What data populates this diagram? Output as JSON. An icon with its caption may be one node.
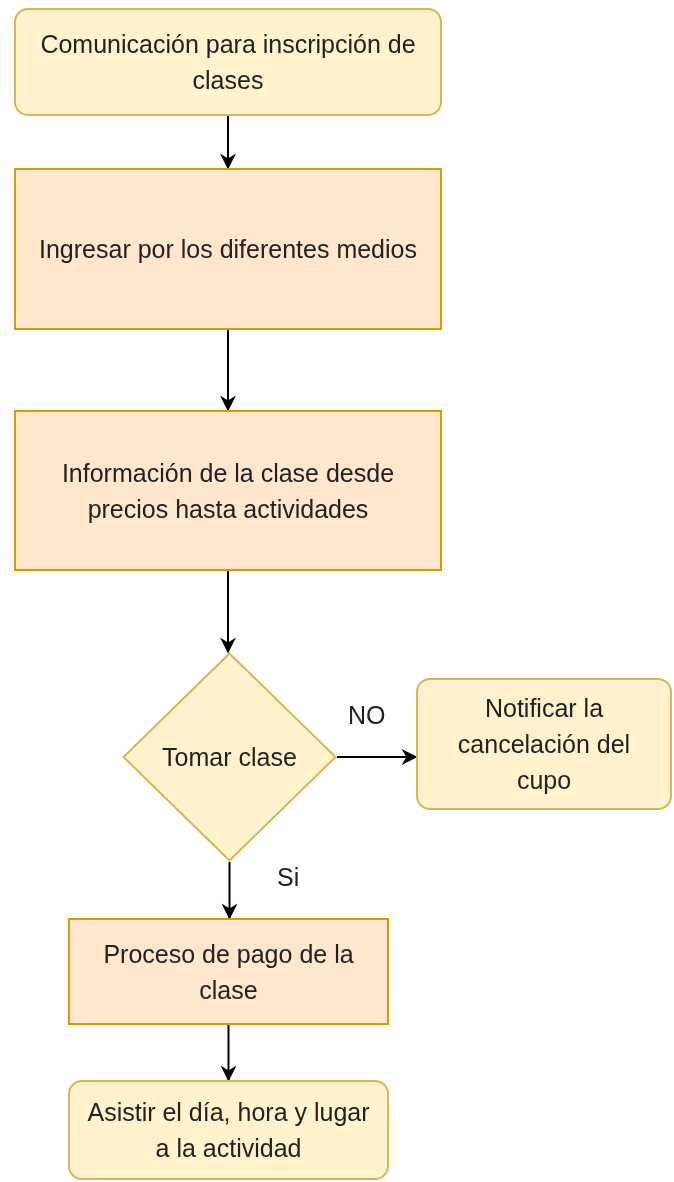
{
  "diagram": {
    "nodes": [
      {
        "text": [
          "Comunicación para inscripción de clases"
        ]
      },
      {
        "text": [
          "Ingresar por los diferentes medios"
        ]
      },
      {
        "text": [
          "Información de la clase desde precios hasta actividades"
        ]
      },
      {
        "text": [
          "Tomar clase"
        ]
      },
      {
        "text": [
          "Notificar la cancelación del cupo"
        ]
      },
      {
        "text": [
          "Proceso de pago de la clase"
        ]
      },
      {
        "text": [
          "Asistir el día, hora y lugar a la actividad"
        ]
      }
    ],
    "edges": [
      {
        "from": 0,
        "to": 1,
        "arrow": "to"
      },
      {
        "from": 1,
        "to": 2,
        "arrow": "to"
      },
      {
        "from": 2,
        "to": 3,
        "arrow": "to"
      },
      {
        "from": 3,
        "to": 4,
        "arrow": "to",
        "label": "NO"
      },
      {
        "from": 3,
        "to": 5,
        "arrow": "to",
        "label": "Si"
      },
      {
        "from": 5,
        "to": 6,
        "arrow": "to"
      }
    ]
  }
}
